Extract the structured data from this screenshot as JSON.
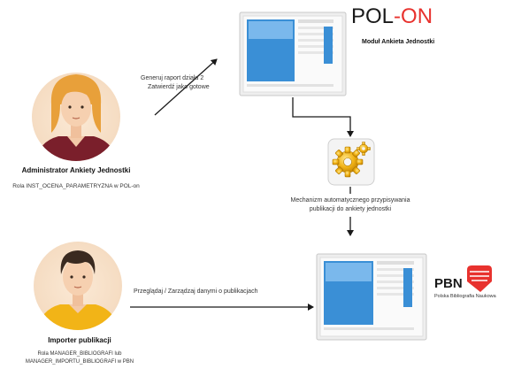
{
  "pol_on": {
    "logo_text_left": "POL",
    "logo_text_dash": "-",
    "logo_text_right": "ON",
    "module_label": "Moduł Ankieta Jednostki"
  },
  "pbn": {
    "logo_text": "PBN",
    "subtitle": "Polska Bibliografia Naukowa"
  },
  "admin": {
    "title": "Administrator Ankiety Jednostki",
    "role": "Rola INST_OCENA_PARAMETRYZNA w POL-on"
  },
  "importer": {
    "title": "Importer publikacji",
    "role_line1": "Rola MANAGER_BIBLIOGRAFI lub",
    "role_line2": "MANAGER_IMPORTU_BIBLIOGRAFI w PBN"
  },
  "edges": {
    "admin_to_polon_line1": "Generuj raport działu 2",
    "admin_to_polon_line2": "Zatwierdź jako gotowe",
    "mechanism_line1": "Mechanizm automatycznego przypisywania",
    "mechanism_line2": "publikacji do ankiety jednostki",
    "importer_to_pbn": "Przeglądaj / Zarządzaj danymi o publikacjach"
  },
  "colors": {
    "arrow": "#1a1a1a",
    "on_red": "#e8322e",
    "window_blue": "#3a8fd6",
    "gear_yellow": "#f2b417"
  }
}
